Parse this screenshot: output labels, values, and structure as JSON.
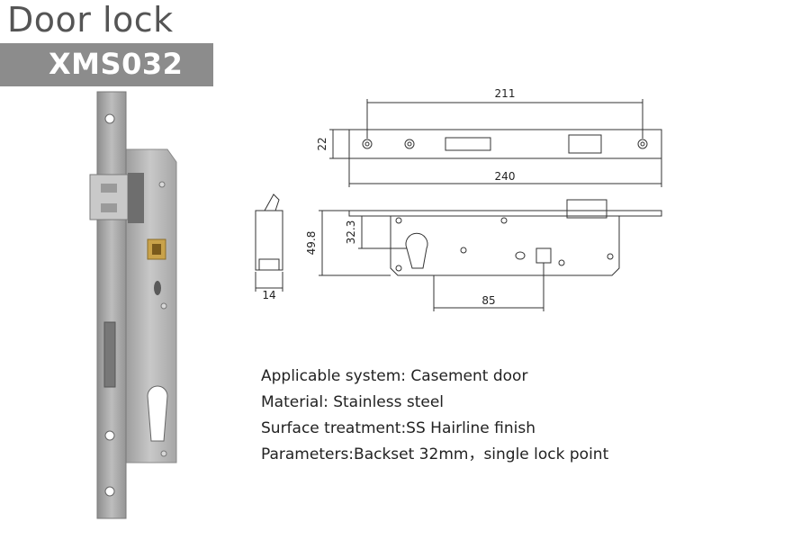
{
  "header": {
    "title": "Door lock",
    "model": "XMS032"
  },
  "drawing": {
    "front_dimensions": {
      "top_span": "211",
      "overall_length": "240",
      "faceplate_height": "22"
    },
    "body_dimensions": {
      "height": "49.8",
      "backset_offset": "32.3",
      "center_distance": "85"
    },
    "side_dimensions": {
      "thickness": "14"
    }
  },
  "specs": [
    "Applicable system: Casement door",
    "Material: Stainless steel",
    "Surface treatment:SS Hairline finish",
    "Parameters:Backset 32mm，single lock point"
  ],
  "colors": {
    "banner": "#8c8c8c",
    "title": "#555555",
    "steel": "#b9b9b9"
  }
}
